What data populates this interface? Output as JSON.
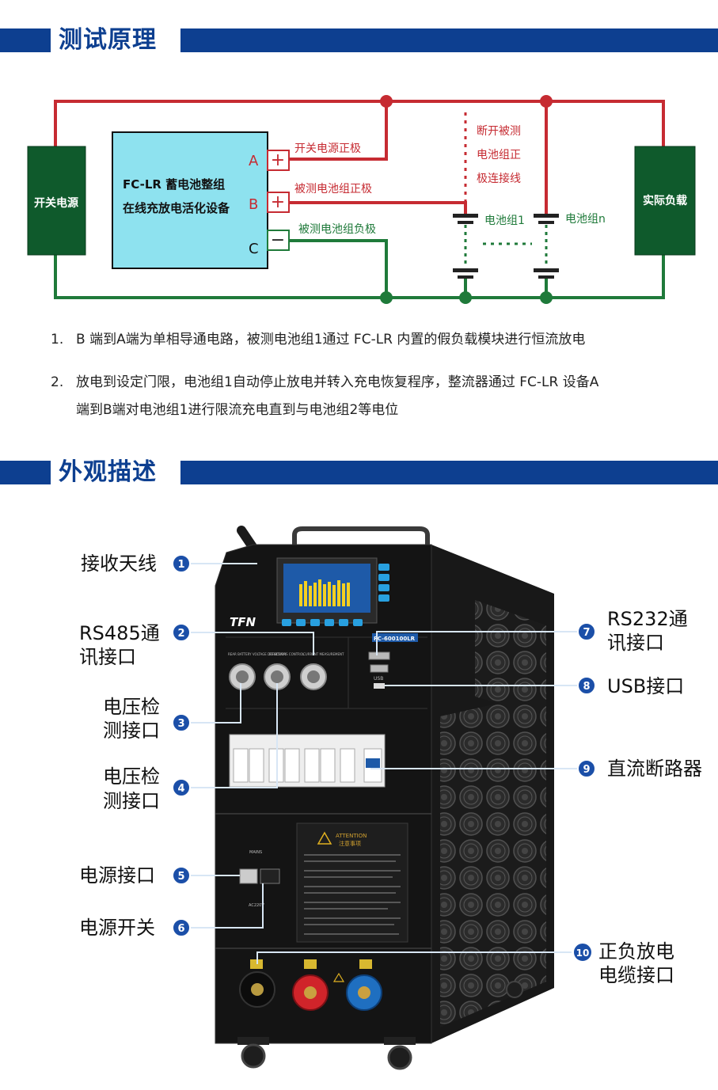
{
  "section1": {
    "title": "测试原理"
  },
  "diagram": {
    "source_box": "开关电源",
    "device_line1": "FC-LR 蓄电池整组",
    "device_line2": "在线充放电活化设备",
    "terminal_a": "A",
    "terminal_b": "B",
    "terminal_c": "C",
    "sign_plus": "+",
    "sign_minus": "−",
    "label_a": "开关电源正极",
    "label_b": "被测电池组正极",
    "label_c": "被测电池组负极",
    "disconnect_1": "断开被测",
    "disconnect_2": "电池组正",
    "disconnect_3": "极连接线",
    "battery_1": "电池组1",
    "battery_n": "电池组n",
    "load_box": "实际负载",
    "colors": {
      "red": "#c62b32",
      "green": "#1f7a3a",
      "device_fill": "#8ee2ef",
      "box_fill": "#0f5a2c"
    }
  },
  "notes": [
    {
      "num": "1.",
      "lines": [
        "B 端到A端为单相导通电路，被测电池组1通过 FC-LR 内置的假负载模块进行恒流放电"
      ]
    },
    {
      "num": "2.",
      "lines": [
        "放电到设定门限，电池组1自动停止放电并转入充电恢复程序，整流器通过 FC-LR 设备A",
        "端到B端对电池组1进行限流充电直到与电池组2等电位"
      ]
    }
  ],
  "section2": {
    "title": "外观描述"
  },
  "device": {
    "brand": "TFN",
    "model_badge": "FC-600100LR",
    "usb_label": "USB",
    "mains_label": "MAINS",
    "voltage_label": "AC220V",
    "attention": "ATTENTION",
    "attention_cn": "注意事项",
    "port_labels": [
      "REAR BATTERY VOLTAGE DETECTION",
      "RS485/AIRS CONTROL",
      "CURRENT MEASUREMENT"
    ]
  },
  "callouts_left": [
    {
      "n": "1",
      "lines": [
        "接收天线"
      ]
    },
    {
      "n": "2",
      "lines": [
        "RS485通",
        "讯接口"
      ]
    },
    {
      "n": "3",
      "lines": [
        "电压检",
        "测接口"
      ]
    },
    {
      "n": "4",
      "lines": [
        "电压检",
        "测接口"
      ]
    },
    {
      "n": "5",
      "lines": [
        "电源接口"
      ]
    },
    {
      "n": "6",
      "lines": [
        "电源开关"
      ]
    }
  ],
  "callouts_right": [
    {
      "n": "7",
      "lines": [
        "RS232通",
        "讯接口"
      ]
    },
    {
      "n": "8",
      "lines": [
        "USB接口"
      ]
    },
    {
      "n": "9",
      "lines": [
        "直流断路器"
      ]
    },
    {
      "n": "10",
      "lines": [
        "正负放电",
        "电缆接口"
      ]
    }
  ]
}
